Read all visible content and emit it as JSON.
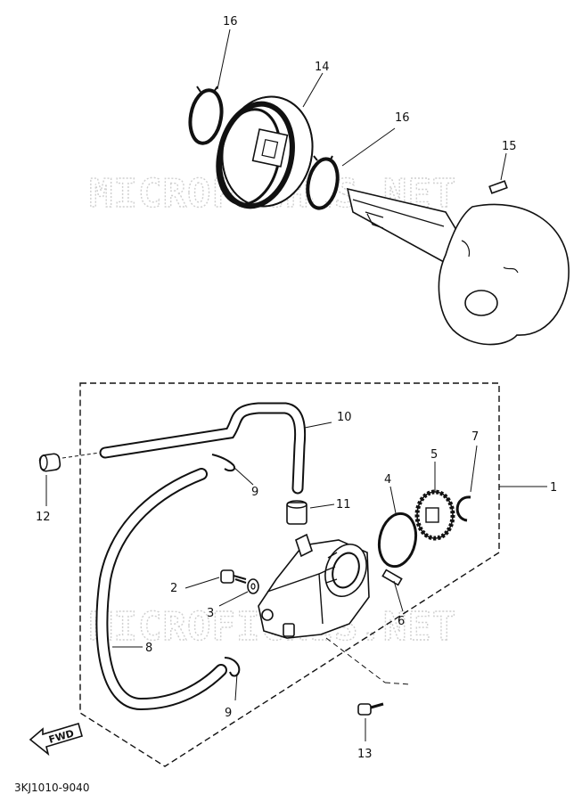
{
  "diagram": {
    "code": "3KJ1010-9040",
    "watermark": "MICROFICHES.NET",
    "fwd_label": "FWD",
    "callouts": {
      "p1": "1",
      "p2": "2",
      "p3": "3",
      "p4": "4",
      "p5": "5",
      "p6": "6",
      "p7": "7",
      "p8": "8",
      "p9a": "9",
      "p9b": "9",
      "p10": "10",
      "p11": "11",
      "p12": "12",
      "p13": "13",
      "p14": "14",
      "p15": "15",
      "p16a": "16",
      "p16b": "16"
    }
  }
}
